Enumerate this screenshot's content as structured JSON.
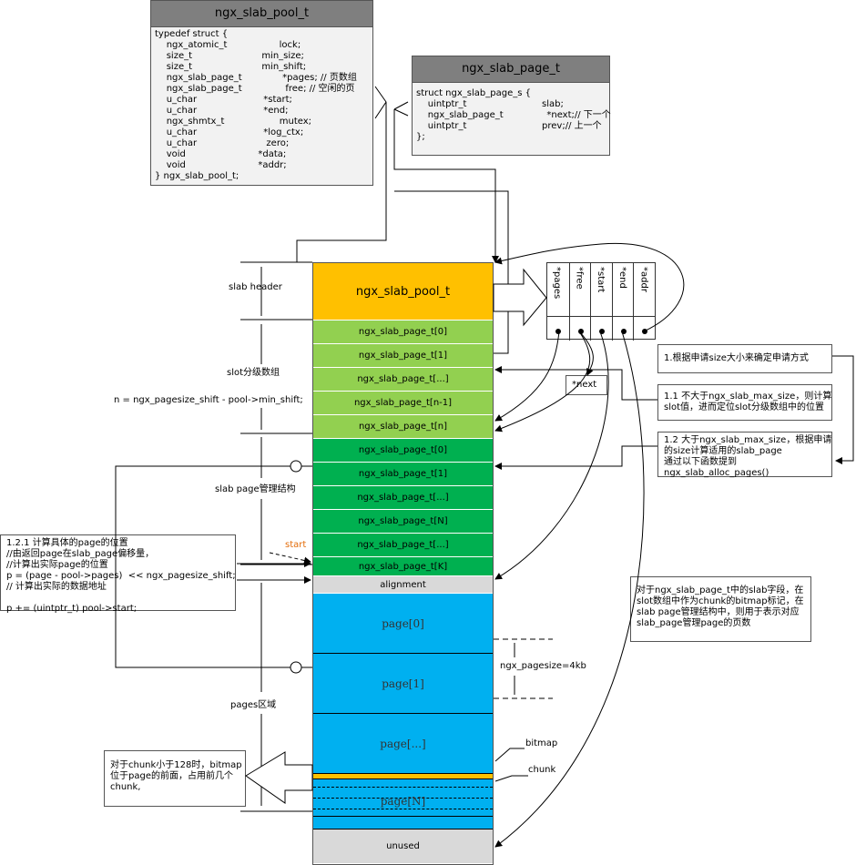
{
  "pool_struct": {
    "title": "ngx_slab_pool_t",
    "lines": [
      "typedef struct {",
      "    ngx_atomic_t                  lock;",
      "    size_t                        min_size;",
      "    size_t                        min_shift;",
      "    ngx_slab_page_t              *pages; // 页数组",
      "    ngx_slab_page_t               free; // 空闲的页",
      "    u_char                       *start;",
      "    u_char                       *end;",
      "    ngx_shmtx_t                   mutex;",
      "    u_char                       *log_ctx;",
      "    u_char                        zero;",
      "    void                         *data;",
      "    void                         *addr;",
      "} ngx_slab_pool_t;"
    ]
  },
  "page_struct": {
    "title": "ngx_slab_page_t",
    "lines": [
      "struct ngx_slab_page_s {",
      "    uintptr_t                          slab;",
      "    ngx_slab_page_t               *next;// 下一个",
      "    uintptr_t                          prev;// 上一个",
      "};"
    ]
  },
  "memory_blocks": [
    {
      "label": "ngx_slab_pool_t",
      "color": "#ffc000",
      "h": 62,
      "big": true
    },
    {
      "label": "ngx_slab_page_t[0]",
      "color": "#92d050",
      "h": 25
    },
    {
      "label": "ngx_slab_page_t[1]",
      "color": "#92d050",
      "h": 25
    },
    {
      "label": "ngx_slab_page_t[...]",
      "color": "#92d050",
      "h": 25
    },
    {
      "label": "ngx_slab_page_t[n-1]",
      "color": "#92d050",
      "h": 25
    },
    {
      "label": "ngx_slab_page_t[n]",
      "color": "#92d050",
      "h": 25
    },
    {
      "label": "ngx_slab_page_t[0]",
      "color": "#00b050",
      "h": 25
    },
    {
      "label": "ngx_slab_page_t[1]",
      "color": "#00b050",
      "h": 25
    },
    {
      "label": "ngx_slab_page_t[...]",
      "color": "#00b050",
      "h": 25
    },
    {
      "label": "ngx_slab_page_t[N]",
      "color": "#00b050",
      "h": 25
    },
    {
      "label": "ngx_slab_page_t[...]",
      "color": "#00b050",
      "h": 25
    },
    {
      "label": "ngx_slab_page_t[K]",
      "color": "#00b050",
      "h": 20
    },
    {
      "label": "alignment",
      "color": "#d9d9d9",
      "h": 18
    },
    {
      "label": "page[0]",
      "color": "#00b0f0",
      "h": 65,
      "serif": true
    },
    {
      "label": "page[1]",
      "color": "#00b0f0",
      "h": 65,
      "serif": true
    },
    {
      "label": "page[...]",
      "color": "#00b0f0",
      "h": 65,
      "serif": true
    },
    {
      "label": "page[N]",
      "color": "#00b0f0",
      "h": 60,
      "serif": true,
      "bitmap": true
    },
    {
      "label": "unused",
      "color": "#d9d9d9",
      "h": 37
    }
  ],
  "pointer_fields": [
    "*pages",
    "*free",
    "*start",
    "*end",
    "*addr"
  ],
  "labels": {
    "slab_header": "slab header",
    "slot_levels": "slot分级数组",
    "n_formula": "n = ngx_pagesize_shift - pool->min_shift;",
    "page_mgmt": "slab page管理结构",
    "pages_area": "pages区域",
    "start": "start",
    "pagesize": "ngx_pagesize=4kb",
    "bitmap": "bitmap",
    "chunk": "chunk",
    "next": "*next"
  },
  "notes": {
    "alloc_1": "1.根据申请size大小来确定申请方式",
    "alloc_1_1": "1.1 不大于ngx_slab_max_size，则计算\nslot值，进而定位slot分级数组中的位置",
    "alloc_1_2": "1.2 大于ngx_slab_max_size，根据申请\n的size计算适用的slab_page\n通过以下函数提到\nngx_slab_alloc_pages()",
    "calc_page": "1.2.1 计算具体的page的位置\n//由返回page在slab_page偏移量，\n//计算出实际page的位置\np = (page - pool->pages)  << ngx_pagesize_shift;\n// 计算出实际的数据地址\n\np += (uintptr_t) pool->start;",
    "slab_field": "对于ngx_slab_page_t中的slab字段，在\nslot数组中作为chunk的bitmap标记，在\nslab page管理结构中，则用于表示对应\nslab_page管理page的页数",
    "chunk_bitmap": "对于chunk小于128时，bitmap\n位于page的前面，占用前几个\nchunk,"
  }
}
